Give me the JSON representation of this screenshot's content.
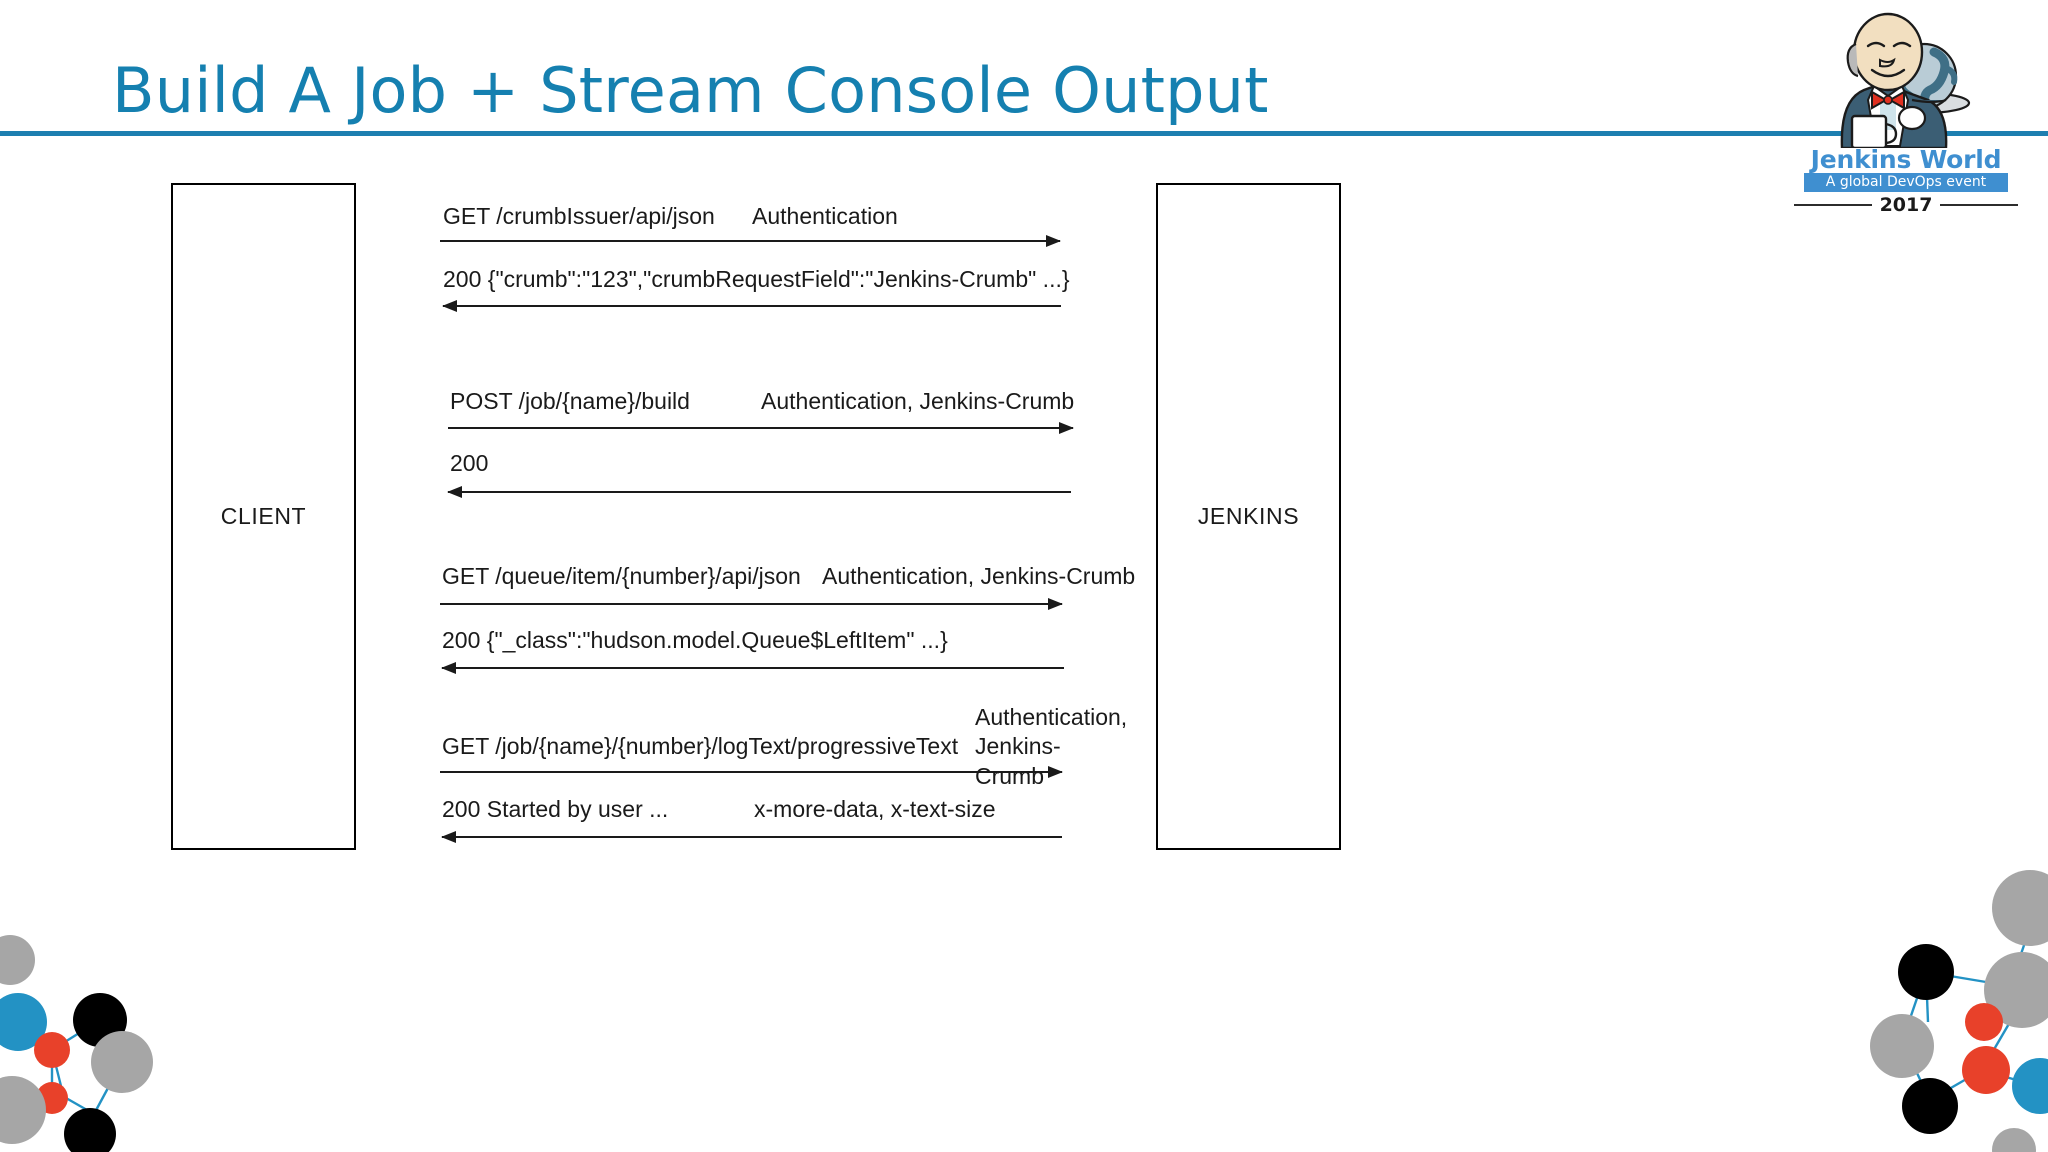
{
  "slide": {
    "title": "Build A Job + Stream Console Output",
    "accent_color": "#1580b0",
    "rule_color": "#1d7fb0"
  },
  "logo": {
    "wordmark": "Jenkins World",
    "tagline": "A global DevOps event",
    "year": "2017",
    "brand_color": "#3f8fd0"
  },
  "diagram": {
    "type": "sequence",
    "participants": [
      {
        "id": "client",
        "label": "CLIENT"
      },
      {
        "id": "server",
        "label": "JENKINS"
      }
    ],
    "messages": [
      {
        "index": 1,
        "direction": "right",
        "from": "client",
        "to": "server",
        "label": "GET /crumbIssuer/api/json",
        "note": "Authentication"
      },
      {
        "index": 2,
        "direction": "left",
        "from": "server",
        "to": "client",
        "label": "200 {\"crumb\":\"123\",\"crumbRequestField\":\"Jenkins-Crumb\" ...}",
        "note": ""
      },
      {
        "index": 3,
        "direction": "right",
        "from": "client",
        "to": "server",
        "label": "POST /job/{name}/build",
        "note": "Authentication, Jenkins-Crumb"
      },
      {
        "index": 4,
        "direction": "left",
        "from": "server",
        "to": "client",
        "label": "200",
        "note": ""
      },
      {
        "index": 5,
        "direction": "right",
        "from": "client",
        "to": "server",
        "label": "GET /queue/item/{number}/api/json",
        "note": "Authentication, Jenkins-Crumb"
      },
      {
        "index": 6,
        "direction": "left",
        "from": "server",
        "to": "client",
        "label": "200 {\"_class\":\"hudson.model.Queue$LeftItem\" ...}",
        "note": ""
      },
      {
        "index": 7,
        "direction": "right",
        "from": "client",
        "to": "server",
        "label": "GET /job/{name}/{number}/logText/progressiveText",
        "note": "Authentication,\nJenkins-Crumb"
      },
      {
        "index": 8,
        "direction": "left",
        "from": "server",
        "to": "client",
        "label": "200 Started by user ...",
        "note": "x-more-data, x-text-size"
      }
    ]
  },
  "decoration": {
    "node_colors": {
      "gray": "#a6a6a6",
      "blue": "#2392c4",
      "red": "#e8412a",
      "black": "#000000",
      "link": "#2392c4"
    }
  }
}
